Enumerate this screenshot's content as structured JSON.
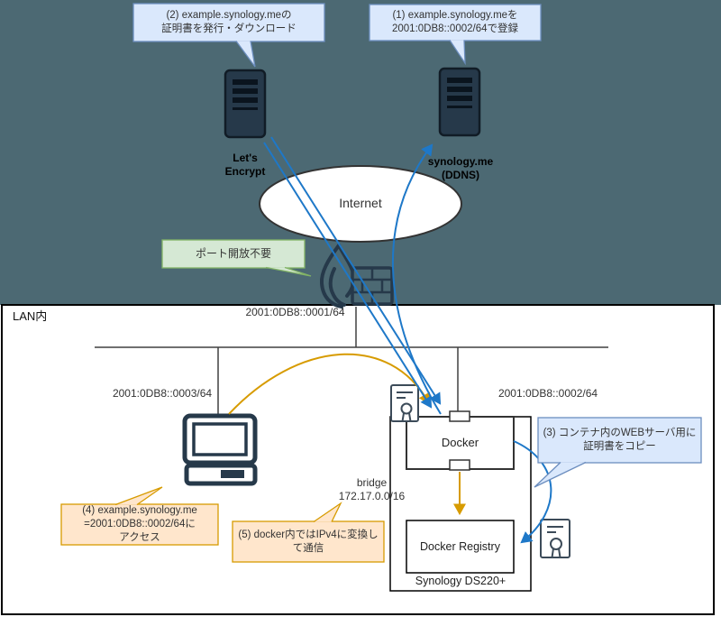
{
  "colors": {
    "internet_zone_bg": "#4c6973",
    "arrow_blue": "#1e78c8",
    "arrow_orange": "#d79b00",
    "bubble_blue_fill": "#dae8fc",
    "bubble_blue_stroke": "#6c8ebf",
    "bubble_green_fill": "#d5e8d4",
    "bubble_green_stroke": "#82b366",
    "bubble_orange_fill": "#ffe6cc",
    "bubble_orange_stroke": "#d79b00",
    "icon_dark": "#26394a"
  },
  "callouts": {
    "c1": {
      "lines": [
        "(1) example.synology.meを",
        "2001:0DB8::0002/64で登録"
      ]
    },
    "c2": {
      "lines": [
        "(2) example.synology.meの",
        "証明書を発行・ダウンロード"
      ]
    },
    "c3": {
      "lines": [
        "(3) コンテナ内のWEBサーバ用に",
        "証明書をコピー"
      ]
    },
    "c4": {
      "lines": [
        "(4) example.synology.me",
        "=2001:0DB8::0002/64に",
        "アクセス"
      ]
    },
    "c5": {
      "lines": [
        "(5) docker内ではIPv4に変換し",
        "て通信"
      ]
    },
    "port": {
      "label": "ポート開放不要"
    }
  },
  "nodes": {
    "lets_encrypt": {
      "lines": [
        "Let's",
        "Encrypt"
      ]
    },
    "ddns": {
      "lines": [
        "synology.me",
        "(DDNS)"
      ]
    },
    "internet": "Internet",
    "docker": "Docker",
    "docker_registry": "Docker Registry",
    "synology": "Synology DS220+",
    "bridge": {
      "lines": [
        "bridge",
        "172.17.0.0/16"
      ]
    }
  },
  "labels": {
    "lan": "LAN内",
    "addr_router": "2001:0DB8::0001/64",
    "addr_pc": "2001:0DB8::0003/64",
    "addr_nas": "2001:0DB8::0002/64"
  }
}
